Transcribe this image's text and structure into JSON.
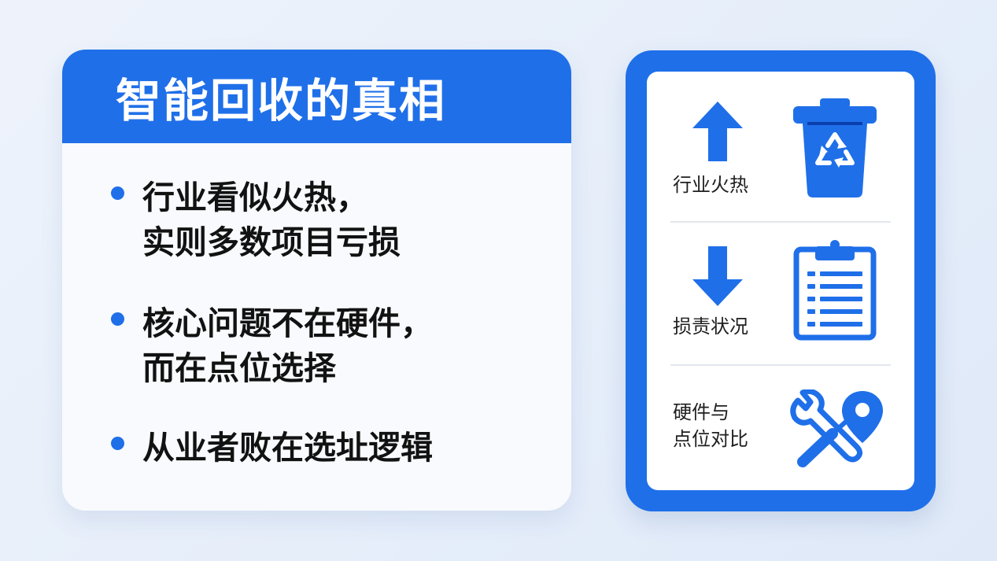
{
  "left_card": {
    "title": "智能回收的真相",
    "bullets": [
      {
        "line1": "行业看似火热，",
        "line2": "实则多数项目亏损"
      },
      {
        "line1": "核心问题不在硬件，",
        "line2": "而在点位选择"
      },
      {
        "line1": "从业者败在选址逻辑",
        "line2": ""
      }
    ]
  },
  "right_card": {
    "rows": [
      {
        "arrow": "arrow-up-icon",
        "label": "行业火热",
        "icon": "recycling-bin-icon"
      },
      {
        "arrow": "arrow-down-icon",
        "label": "损责状况",
        "icon": "clipboard-icon"
      },
      {
        "label_line1": "硬件与",
        "label_line2": "点位对比",
        "icon": "wrench-and-location-pin-icon"
      }
    ]
  },
  "colors": {
    "accent": "#1f6fe9",
    "dark_accent": "#0a3fae",
    "text": "#121212",
    "card_bg": "#f8fafd"
  }
}
